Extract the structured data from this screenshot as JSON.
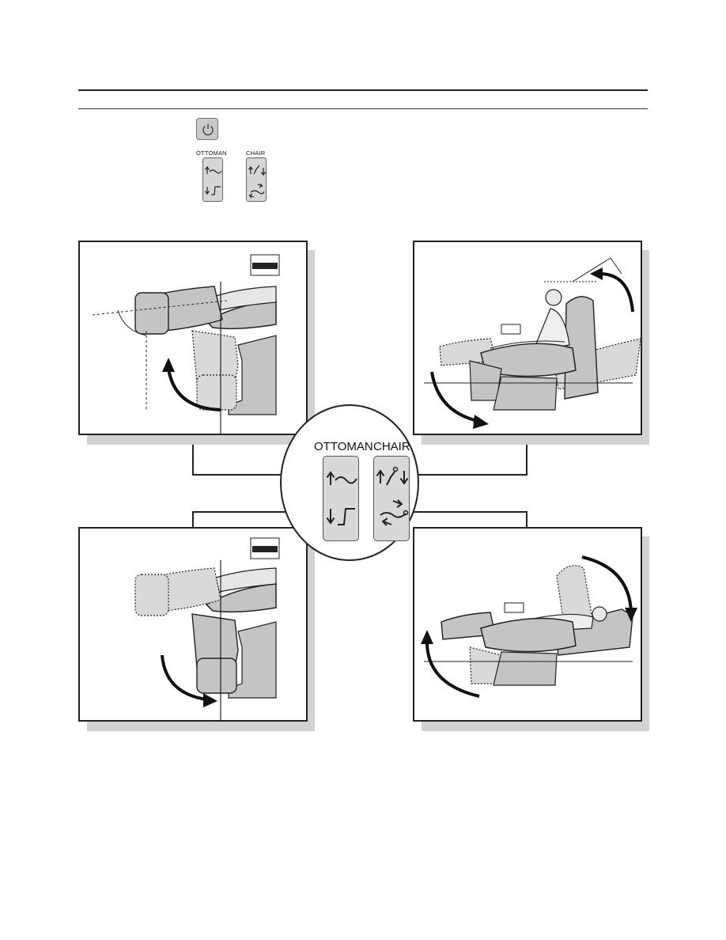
{
  "remote_small": {
    "power_icon": "power-icon",
    "ottoman_label": "OTTOMAN",
    "chair_label": "CHAIR"
  },
  "remote_large": {
    "ottoman_label": "OTTOMAN",
    "chair_label": "CHAIR"
  },
  "icons": {
    "ottoman_up": "ottoman-up-icon",
    "ottoman_down": "ottoman-down-icon",
    "chair_recline": "chair-recline-icon",
    "chair_return": "chair-return-icon"
  },
  "colors": {
    "line": "#222222",
    "chair_fill": "#c4c4c4",
    "ghost_fill": "#d9d9d9",
    "shadow": "#d2d2d2"
  }
}
